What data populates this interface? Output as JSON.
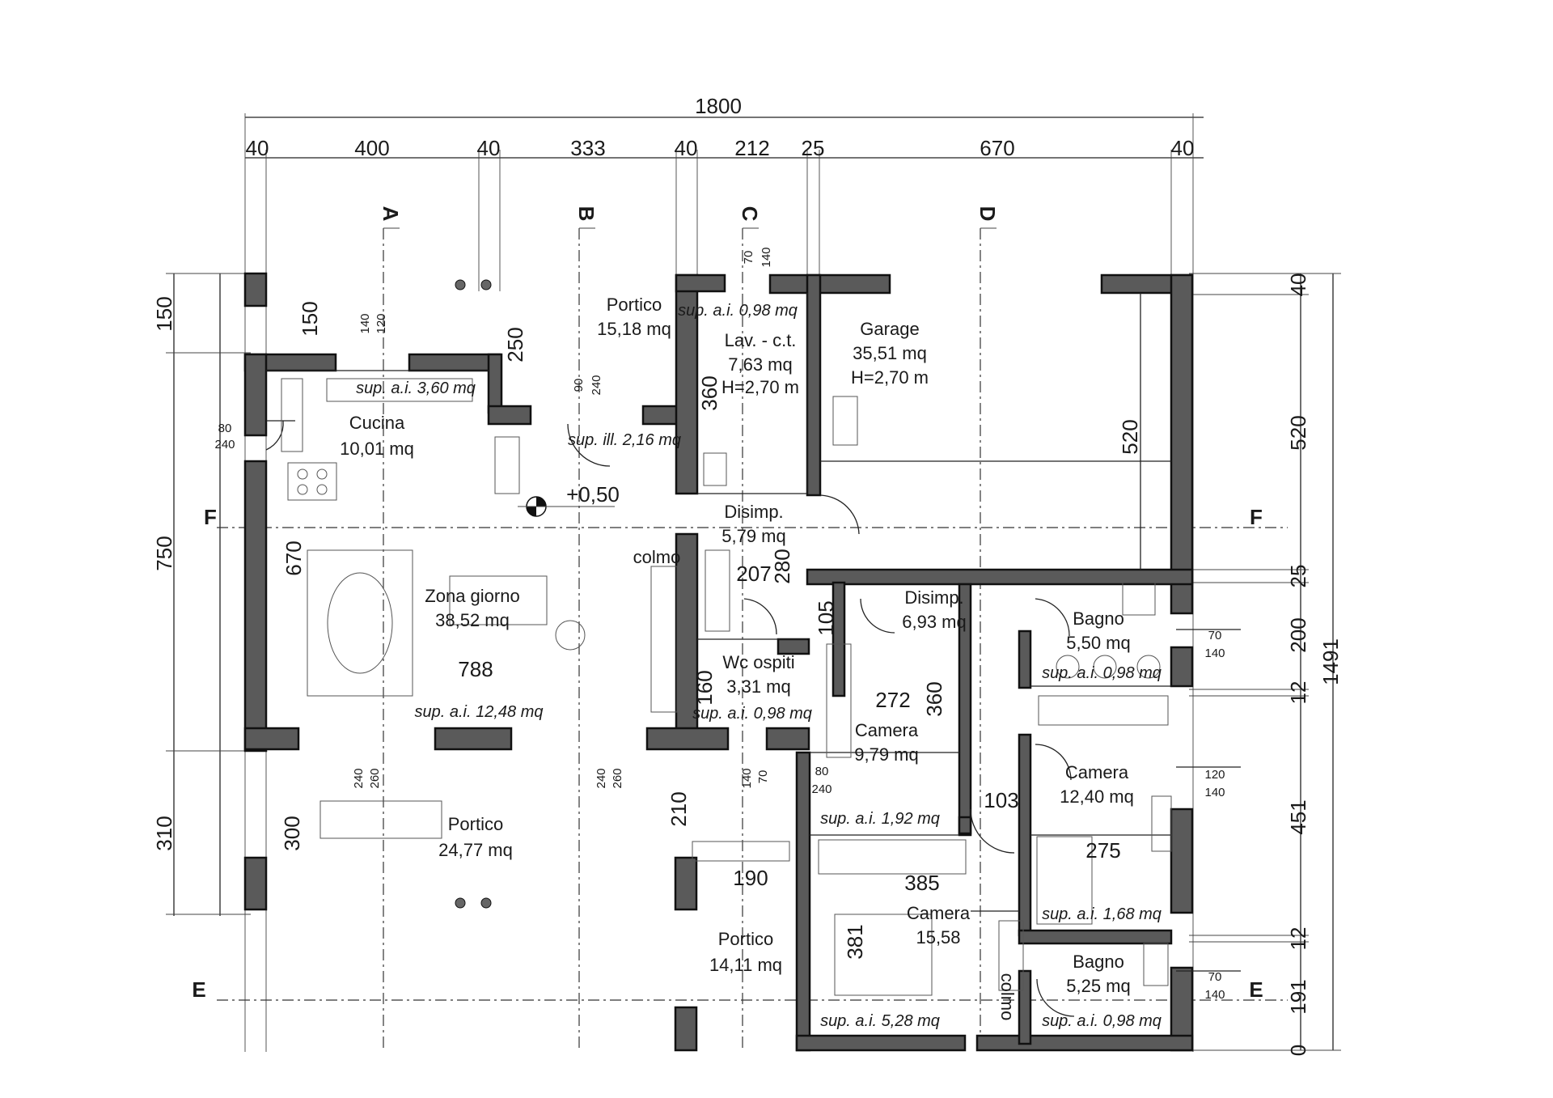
{
  "overall": {
    "width_top": "1800",
    "height_right": "1491"
  },
  "top_dims": [
    "40",
    "400",
    "40",
    "333",
    "40",
    "212",
    "25",
    "670",
    "40"
  ],
  "left_dims": [
    "150",
    "750",
    "310"
  ],
  "right_dims": [
    "40",
    "520",
    "25",
    "200",
    "12",
    "451",
    "12",
    "191",
    "0"
  ],
  "axes": {
    "A": "A",
    "B": "B",
    "C": "C",
    "D": "D",
    "E": "E",
    "F": "F"
  },
  "rooms": {
    "portico_n": {
      "name": "Portico",
      "area": "15,18 mq"
    },
    "lav": {
      "name": "Lav. - c.t.",
      "area": "7,63 mq",
      "height": "H=2,70 m"
    },
    "garage": {
      "name": "Garage",
      "area": "35,51 mq",
      "height": "H=2,70 m"
    },
    "cucina": {
      "name": "Cucina",
      "area": "10,01 mq"
    },
    "disimp1": {
      "name": "Disimp.",
      "area": "5,79 mq"
    },
    "zona": {
      "name": "Zona giorno",
      "area": "38,52 mq"
    },
    "disimp2": {
      "name": "Disimp.",
      "area": "6,93 mq"
    },
    "bagno1": {
      "name": "Bagno",
      "area": "5,50 mq"
    },
    "wc": {
      "name": "Wc ospiti",
      "area": "3,31 mq"
    },
    "camera1": {
      "name": "Camera",
      "area": "9,79 mq"
    },
    "camera2": {
      "name": "Camera",
      "area": "12,40 mq"
    },
    "portico_s": {
      "name": "Portico",
      "area": "24,77 mq"
    },
    "camera3": {
      "name": "Camera",
      "area": "15,58"
    },
    "portico_e": {
      "name": "Portico",
      "area": "14,11 mq"
    },
    "bagno2": {
      "name": "Bagno",
      "area": "5,25 mq"
    }
  },
  "sup": {
    "lav": "sup. a.i. 0,98 mq",
    "cucina": "sup. a.i. 3,60 mq",
    "ill": "sup. ill. 2,16 mq",
    "zona": "sup. a.i. 12,48 mq",
    "wc": "sup. a.i. 0,98 mq",
    "bagno1": "sup. a.i. 0,98 mq",
    "camera1": "sup. a.i. 1,92 mq",
    "camera2": "sup. a.i. 1,68 mq",
    "camera3": "sup. a.i. 5,28 mq",
    "bagno2": "sup. a.i. 0,98 mq"
  },
  "labels": {
    "level": "+0,50",
    "colmo1": "colmo",
    "colmo2": "colmo",
    "d150": "150",
    "d250": "250",
    "d360a": "360",
    "d520": "520",
    "d670": "670",
    "d207": "207",
    "d280": "280",
    "d105": "105",
    "d788": "788",
    "d160": "160",
    "d272": "272",
    "d360b": "360",
    "d210": "210",
    "d103": "103",
    "d275": "275",
    "d300": "300",
    "d190": "190",
    "d385": "385",
    "d381": "381"
  },
  "openings": {
    "o140": "140",
    "o120": "120",
    "o90": "90",
    "o240a": "240",
    "o70a": "70",
    "o140b": "140",
    "o80a": "80",
    "o240b": "240",
    "o240c": "240",
    "o260a": "260",
    "o260b": "260",
    "o240d": "240",
    "o70b": "70",
    "o140c": "140",
    "o80b": "80",
    "o240e": "240",
    "o70c": "70",
    "o140d": "140",
    "o120b": "120",
    "o140e": "140",
    "o70d": "70",
    "o140f": "140"
  }
}
